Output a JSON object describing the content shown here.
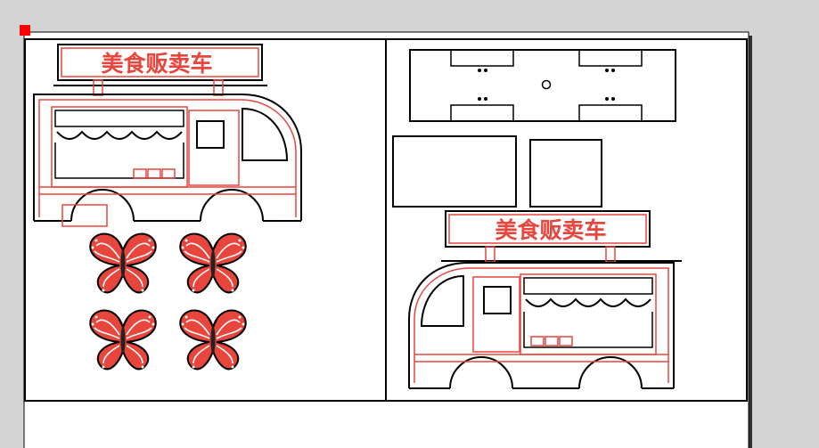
{
  "canvas": {
    "background": "#d4d4d4",
    "paper": "#ffffff",
    "stroke": "#000000",
    "cut_color": "#e8453c",
    "corner_marker": "#ff0000"
  },
  "truck_left": {
    "sign_text": "美食贩卖车"
  },
  "truck_right": {
    "sign_text": "美食贩卖车"
  },
  "butterflies": {
    "count": 4
  }
}
